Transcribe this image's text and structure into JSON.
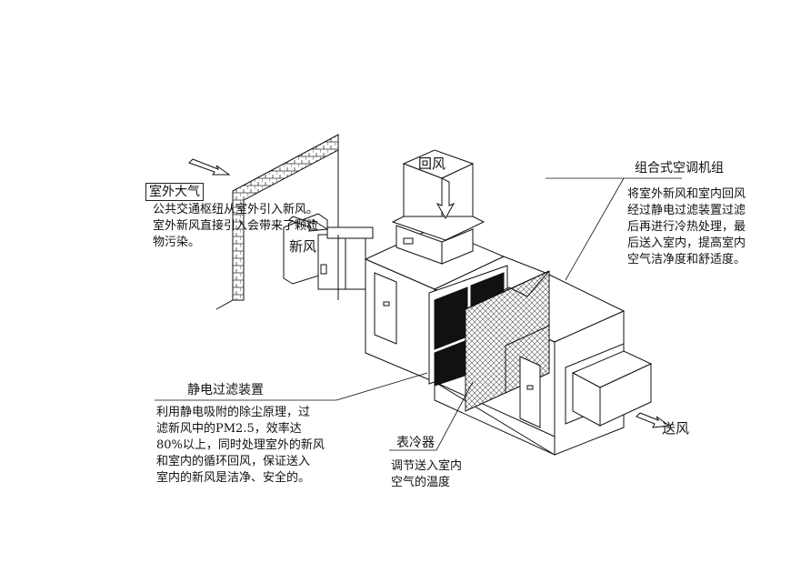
{
  "labels": {
    "outdoor_air": "室外大气",
    "fresh_air": "新风",
    "return_air": "回风",
    "supply_air": "送风",
    "ahu": "组合式空调机组",
    "esp": "静电过滤装置",
    "cooler": "表冷器"
  },
  "notes": {
    "outdoor": [
      "公共交通枢纽从室外引入新风。",
      "室外新风直接引入会带来了颗粒",
      "物污染。"
    ],
    "ahu": [
      "将室外新风和室内回风",
      "经过静电过滤装置过滤",
      "后再进行冷热处理，最",
      "后送入室内，提高室内",
      "空气洁净度和舒适度。"
    ],
    "esp": [
      "利用静电吸附的除尘原理，过",
      "滤新风中的PM2.5，效率达",
      "80%以上，同时处理室外的新风",
      "和室内的循环回风，保证送入",
      "室内的新风是洁净、安全的。"
    ],
    "cooler": [
      "调节送入室内",
      "空气的温度"
    ]
  }
}
